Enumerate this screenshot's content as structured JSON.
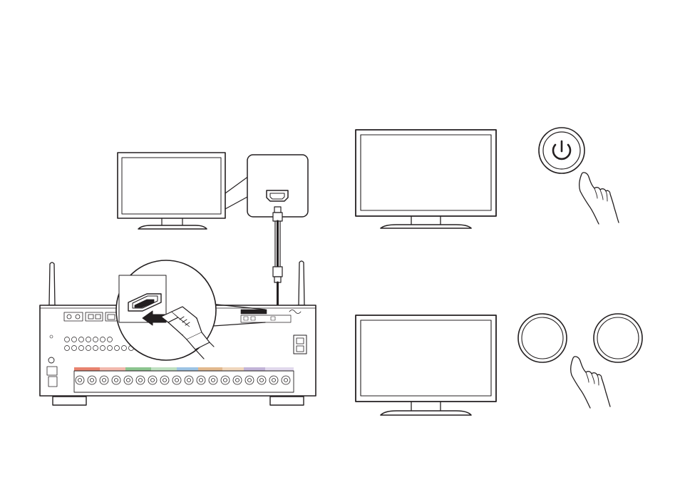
{
  "figure": {
    "panels": [
      {
        "id": "connect-hdmi",
        "description_items": [
          "tv",
          "hdmi-connector-callout",
          "hdmi-cable",
          "av-receiver",
          "hdmi-plug-callout"
        ]
      },
      {
        "id": "power-on",
        "description_items": [
          "tv",
          "power-button",
          "hand"
        ]
      },
      {
        "id": "select-input",
        "description_items": [
          "tv",
          "round-button-left",
          "round-button-right",
          "hand"
        ]
      }
    ],
    "icons": {
      "power": "power-icon",
      "hdmi_port": "hdmi-port-icon",
      "hdmi_plug": "hdmi-plug-icon",
      "antenna": "antenna-icon",
      "hand": "pointing-hand-icon"
    },
    "colors": {
      "stroke": "#231f20",
      "fill": "#ffffff",
      "speaker_terminal_red": "#e8836f",
      "speaker_terminal_green": "#8cc48f",
      "speaker_terminal_blue": "#9cc3e4",
      "speaker_terminal_tan": "#e2b98e",
      "speaker_terminal_violet": "#c2b4d8"
    }
  }
}
